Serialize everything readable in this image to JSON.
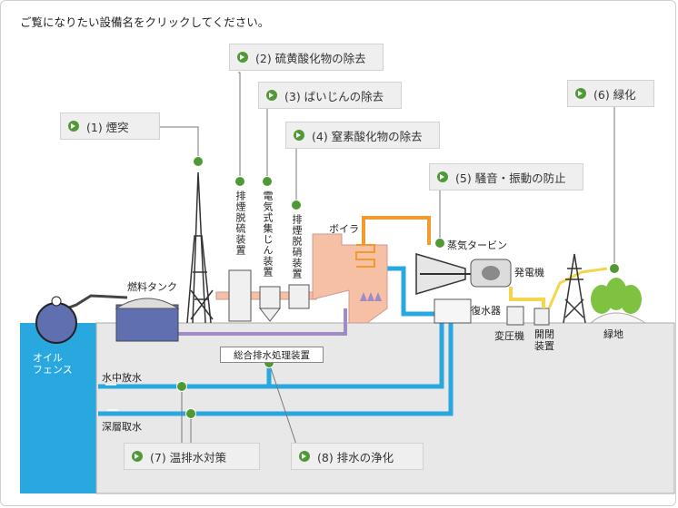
{
  "title": "ご覧になりたい設備名をクリックしてください。",
  "buttons": {
    "chimney": "(1) 煙突",
    "sulfur": "(2) 硫黄酸化物の除去",
    "dust": "(3) ばいじんの除去",
    "nitrogen": "(4) 窒素酸化物の除去",
    "noise": "(5) 騒音・振動の防止",
    "greening": "(6) 緑化",
    "warm_water": "(7) 温排水対策",
    "drainage": "(8) 排水の浄化"
  },
  "labels": {
    "fuel_tank": "燃料タンク",
    "oil_fence": "オイル\nフェンス",
    "desulfurization": "排煙脱硫装置",
    "precipitator": "電気式集じん装置",
    "denitrification": "排煙脱硝装置",
    "boiler": "ボイラ",
    "steam_turbine": "蒸気タービン",
    "generator": "発電機",
    "condenser": "復水器",
    "transformer": "変圧機",
    "switchgear": "開閉\n装置",
    "green_area": "緑地",
    "wastewater": "総合排水処理装置",
    "discharge": "水中放水",
    "intake": "深層取水"
  },
  "colors": {
    "water": "#29a8e0",
    "ground": "#e8e8e8",
    "accent_green": "#4f9a34",
    "steam": "#f39a2d",
    "gas": "#a08cc4",
    "power": "#f4d64e",
    "boiler": "#f6c0a4"
  }
}
